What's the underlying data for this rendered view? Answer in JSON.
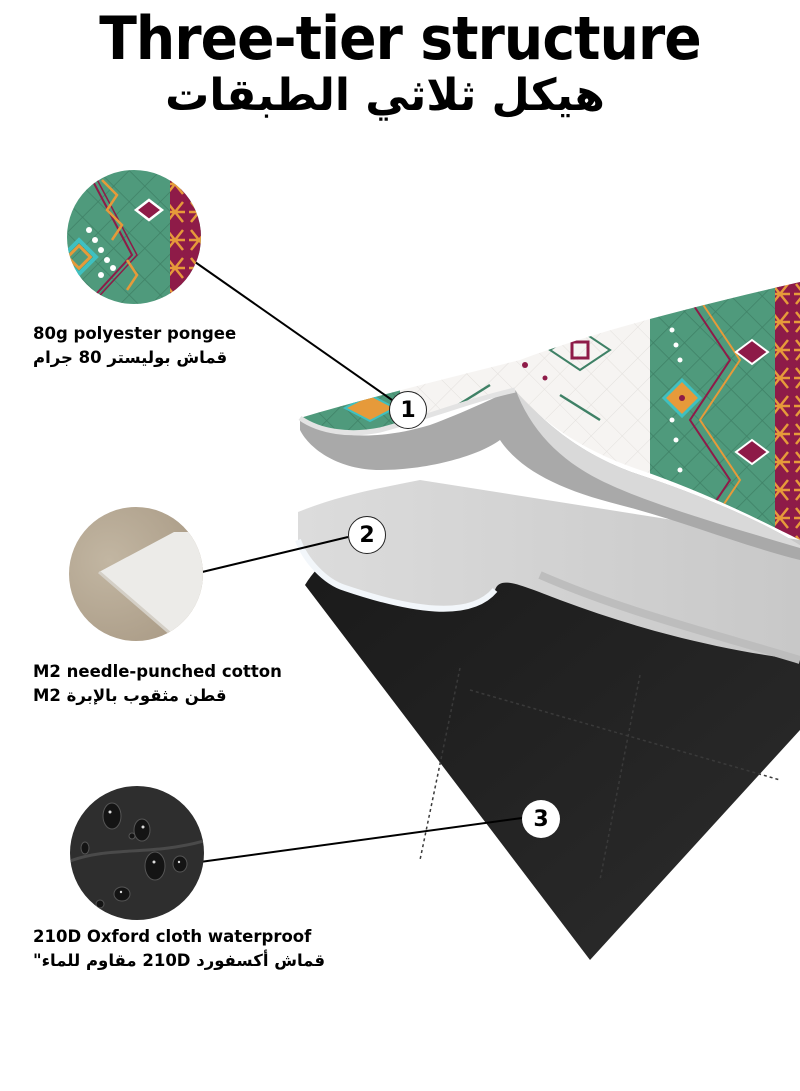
{
  "header": {
    "title": "Three-tier structure",
    "subtitle_ar": "هيكل ثلاثي الطبقات"
  },
  "layers": [
    {
      "number": "1",
      "name_en": "80g polyester pongee",
      "name_ar": "قماش بوليستر 80 جرام",
      "swatch": "printed-tribal-pattern",
      "colors": {
        "green": "#4f9a7c",
        "maroon": "#8e1b48",
        "orange": "#e69a3a",
        "teal": "#3fc0c0",
        "white": "#ffffff"
      }
    },
    {
      "number": "2",
      "name_en": "M2 needle-punched cotton",
      "name_ar": "قطن مثقوب بالإبرة M2",
      "swatch": "beige-cotton-batting",
      "colors": {
        "beige": "#b7a995",
        "white": "#efeeec",
        "layer_gray": "#cfcfcf"
      }
    },
    {
      "number": "3",
      "name_en": "210D Oxford cloth waterproof",
      "name_ar": "قماش أكسفورد 210D مقاوم للماء\"",
      "swatch": "black-oxford-with-water-drops",
      "colors": {
        "black": "#222222",
        "dark": "#2e2e2e"
      }
    }
  ]
}
